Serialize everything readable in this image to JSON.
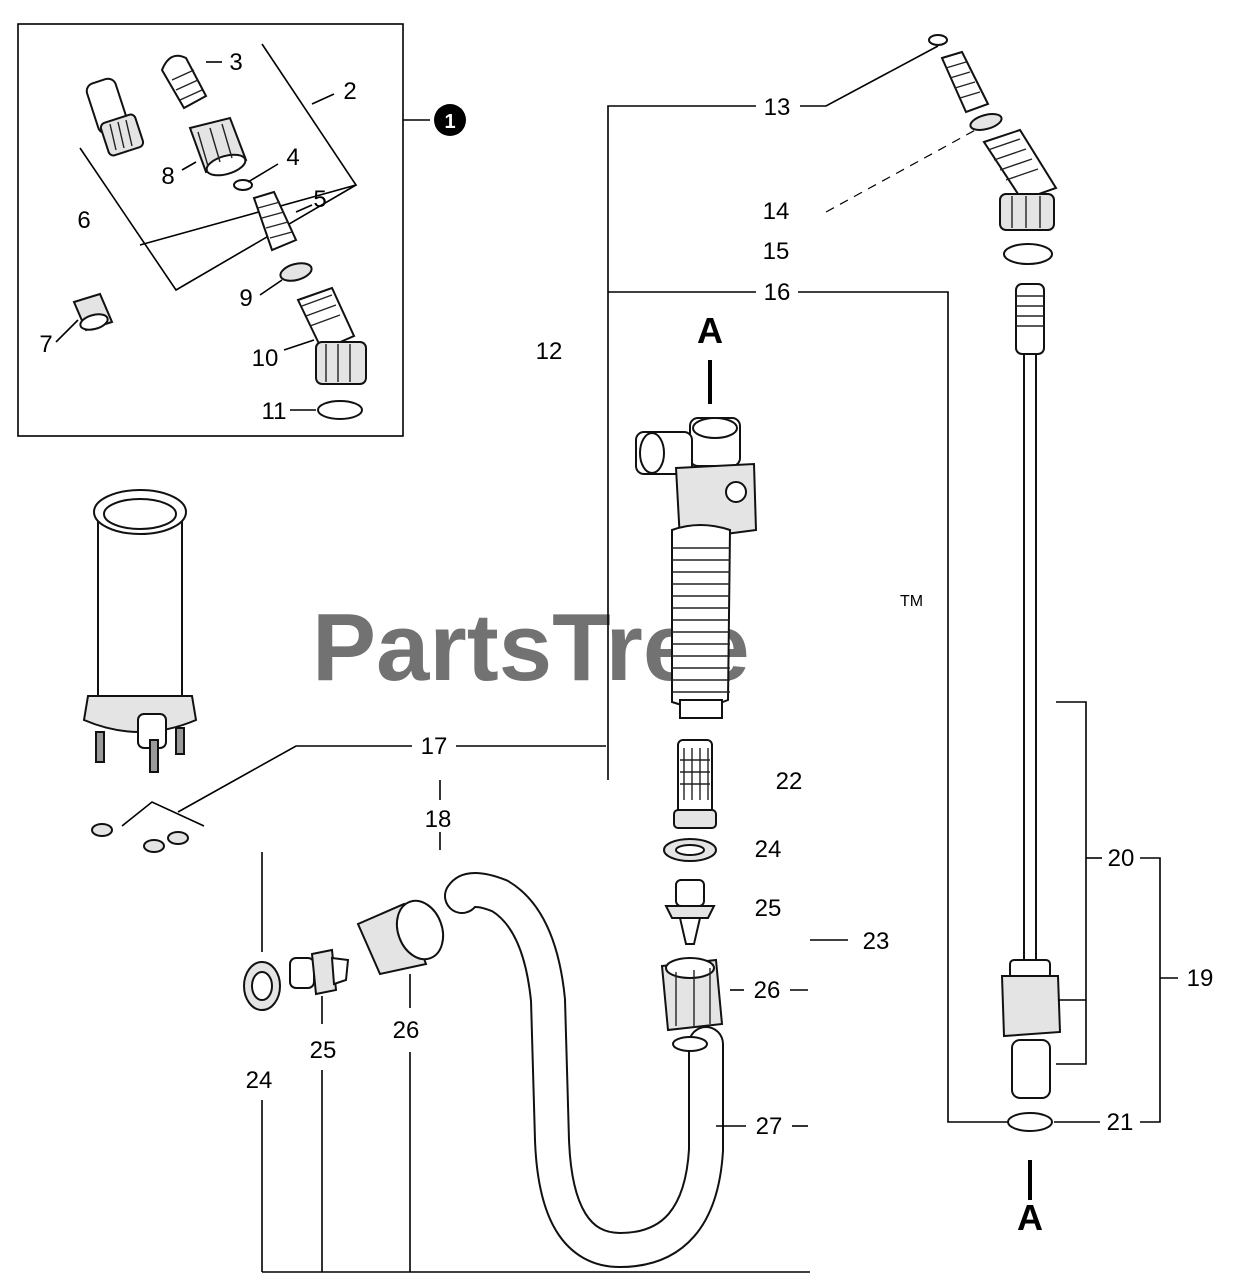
{
  "watermark": {
    "text": "PartsTree",
    "tm": "TM"
  },
  "callout_badge": "1",
  "section_marker": "A",
  "labels": {
    "n2": "2",
    "n3": "3",
    "n4": "4",
    "n5": "5",
    "n6": "6",
    "n7": "7",
    "n8": "8",
    "n9": "9",
    "n10": "10",
    "n11": "11",
    "n12": "12",
    "n13": "13",
    "n14": "14",
    "n15": "15",
    "n16": "16",
    "n17": "17",
    "n18": "18",
    "n19": "19",
    "n20": "20",
    "n21": "21",
    "n22": "22",
    "n23": "23",
    "n24": "24",
    "n25": "25",
    "n26": "26",
    "n27": "27"
  }
}
